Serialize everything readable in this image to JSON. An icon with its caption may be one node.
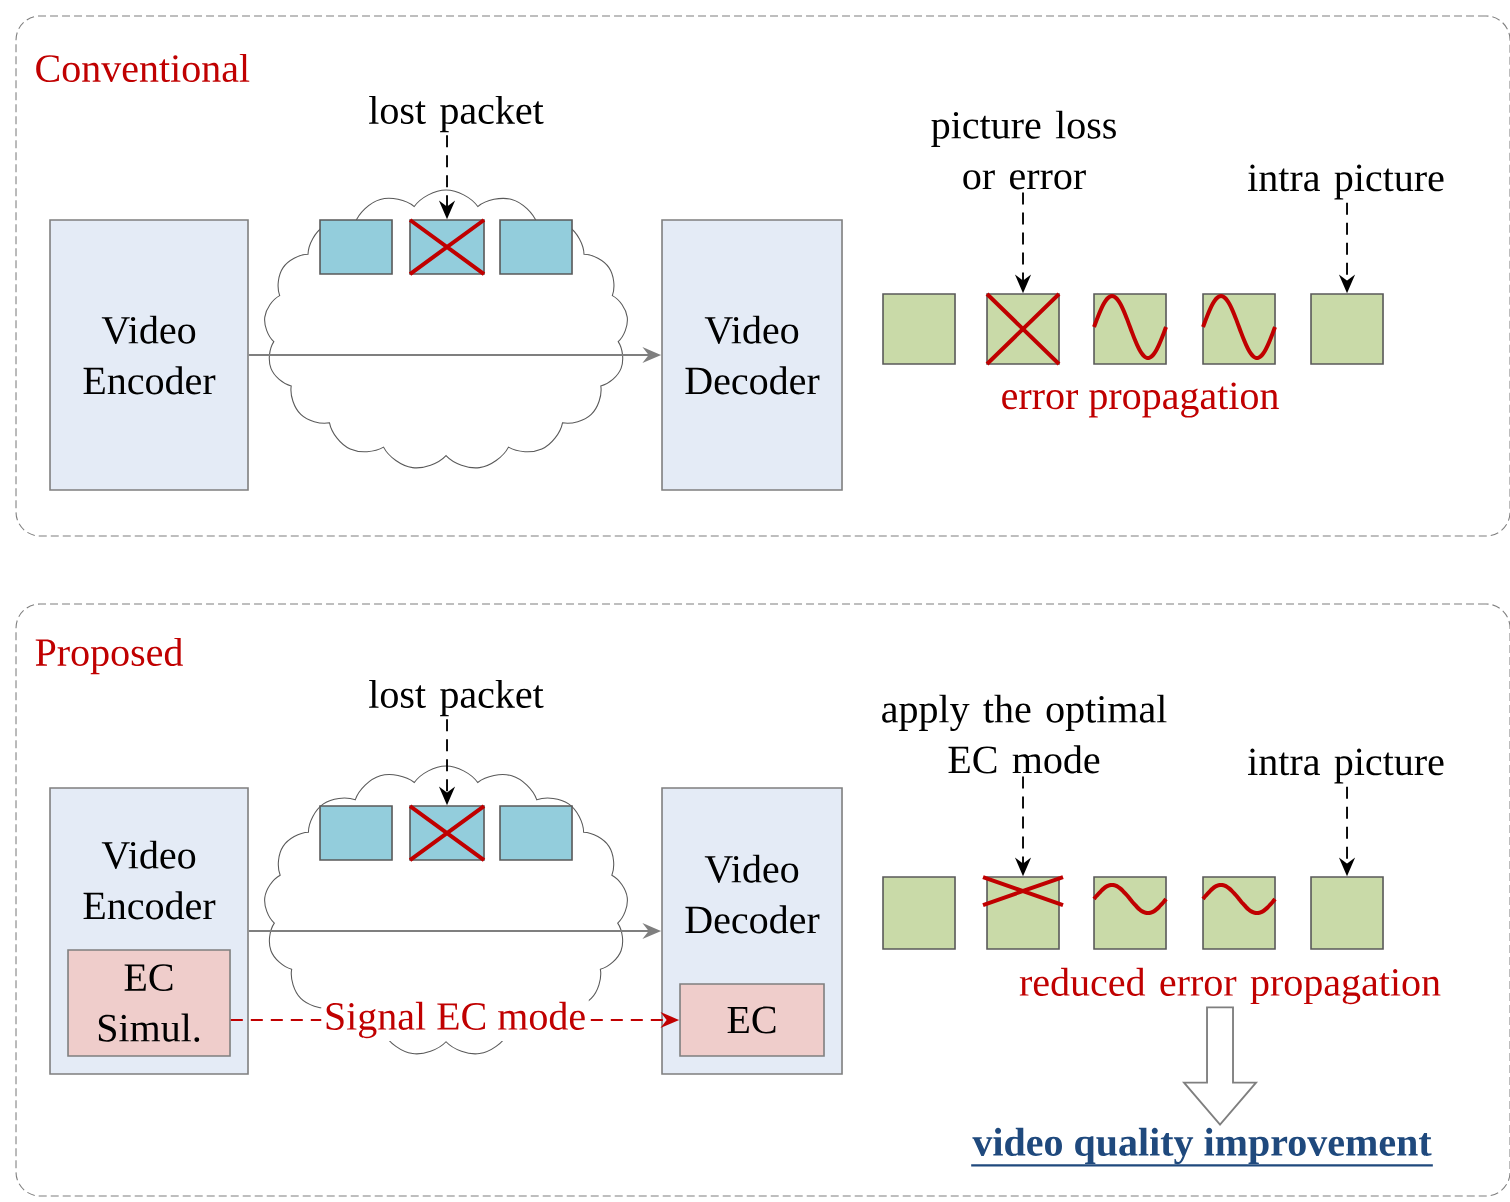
{
  "diagram": {
    "nodes": [
      {
        "text": [
          "Conventional"
        ]
      },
      {
        "text": [
          "Video Encoder"
        ],
        "in": 0
      },
      {
        "text": [
          "lost packet"
        ],
        "in": 0
      },
      {
        "text": [],
        "shape": "cloud",
        "in": 0
      },
      {
        "text": [],
        "shape": "box",
        "in": 3
      },
      {
        "text": [],
        "shape": "box",
        "in": 3
      },
      {
        "text": [],
        "shape": "box",
        "in": 3
      },
      {
        "text": [
          "Video Decoder"
        ],
        "in": 0
      },
      {
        "text": [
          "picture loss or error"
        ],
        "in": 0
      },
      {
        "text": [
          "intra picture"
        ],
        "in": 0
      },
      {
        "text": [],
        "shape": "box",
        "in": 0
      },
      {
        "text": [],
        "shape": "box",
        "in": 0
      },
      {
        "text": [],
        "shape": "box",
        "in": 0
      },
      {
        "text": [],
        "shape": "box",
        "in": 0
      },
      {
        "text": [],
        "shape": "box",
        "in": 0
      },
      {
        "text": [
          "Proposed"
        ]
      },
      {
        "text": [
          "Video Encoder"
        ],
        "in": 15
      },
      {
        "text": [
          "EC Simul."
        ],
        "in": 16
      },
      {
        "text": [
          "lost packet"
        ],
        "in": 15
      },
      {
        "text": [],
        "shape": "cloud",
        "in": 15
      },
      {
        "text": [],
        "shape": "box",
        "in": 19
      },
      {
        "text": [],
        "shape": "box",
        "in": 19
      },
      {
        "text": [],
        "shape": "box",
        "in": 19
      },
      {
        "text": [
          "Video Decoder"
        ],
        "in": 15
      },
      {
        "text": [
          "EC"
        ],
        "in": 23
      },
      {
        "text": [
          "apply the optimal EC mode"
        ],
        "in": 15
      },
      {
        "text": [
          "intra picture"
        ],
        "in": 15
      },
      {
        "text": [],
        "shape": "box",
        "in": 15
      },
      {
        "text": [],
        "shape": "box",
        "in": 15
      },
      {
        "text": [],
        "shape": "box",
        "in": 15
      },
      {
        "text": [],
        "shape": "box",
        "in": 15
      },
      {
        "text": [],
        "shape": "box",
        "in": 15
      },
      {
        "text": [
          "reduced error propagation"
        ],
        "in": 15
      },
      {
        "text": [
          "video quality improvement"
        ],
        "in": 15
      }
    ],
    "edges": [
      {
        "from": 1,
        "to": 7,
        "arrow": "to",
        "color": "#7f7f7f"
      },
      {
        "from": 2,
        "to": 5,
        "arrow": "to",
        "style": "dashed"
      },
      {
        "from": 8,
        "to": 11,
        "arrow": "to",
        "style": "dashed"
      },
      {
        "from": 9,
        "to": 14,
        "arrow": "to",
        "style": "dashed"
      },
      {
        "from": 16,
        "to": 23,
        "arrow": "to",
        "color": "#7f7f7f"
      },
      {
        "from": 18,
        "to": 21,
        "arrow": "to",
        "style": "dashed"
      },
      {
        "from": 17,
        "to": 24,
        "arrow": "to",
        "style": "dashed",
        "color": "#c00000",
        "label": "Signal EC mode"
      },
      {
        "from": 25,
        "to": 28,
        "arrow": "to",
        "style": "dashed"
      },
      {
        "from": 26,
        "to": 31,
        "arrow": "to",
        "style": "dashed"
      },
      {
        "from": 32,
        "to": 33,
        "arrow": "to",
        "style": "thick",
        "color": "#7f7f7f"
      }
    ],
    "labels": [
      "error propagation"
    ]
  }
}
